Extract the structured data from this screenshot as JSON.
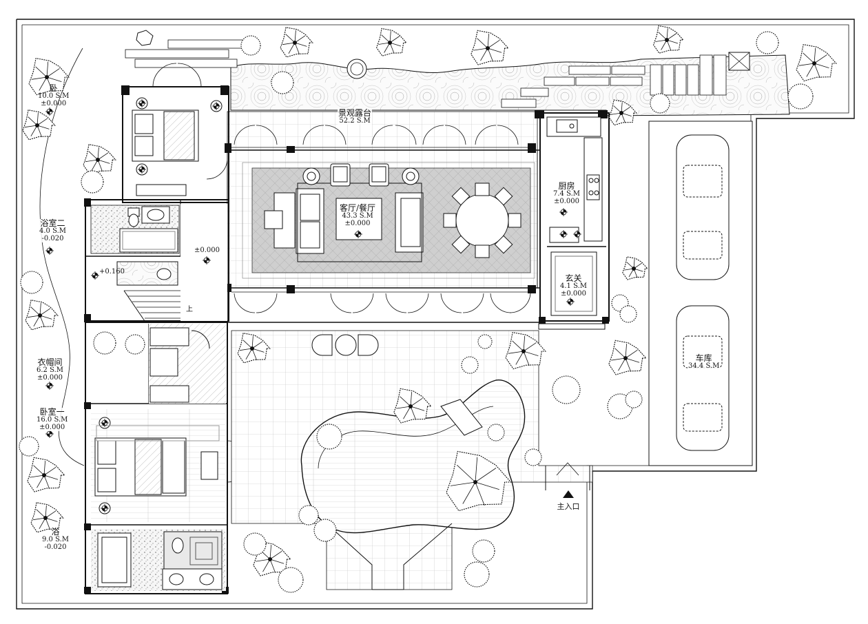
{
  "rooms": {
    "terrace": {
      "name": "景观露台",
      "area": "52.2 S.M"
    },
    "living_dining": {
      "name": "客厅/餐厅",
      "area": "43.3 S.M",
      "elev": "±0.000"
    },
    "kitchen": {
      "name": "厨房",
      "area": "7.4 S.M",
      "elev": "±0.000"
    },
    "foyer": {
      "name": "玄关",
      "area": "4.1 S.M",
      "elev": "±0.000"
    },
    "garage": {
      "name": "车库",
      "area": "34.4 S.M"
    },
    "bath_two": {
      "name": "浴室二",
      "area": "4.0 S.M",
      "elev": "-0.020"
    },
    "cloakroom": {
      "name": "衣帽间",
      "area": "6.2 S.M",
      "elev": "±0.000"
    },
    "bedroom_one": {
      "name": "卧室一",
      "area": "16.0 S.M",
      "elev": "±0.000"
    },
    "bedroom_two_partial": {
      "name": "卧",
      "area": "10.0 S.M",
      "elev": "±0.000"
    },
    "bath_one_partial": {
      "name": "浴",
      "area": "9.0 S.M",
      "elev": "-0.020"
    }
  },
  "levels": {
    "hall": "±0.000",
    "stair": "+0.160"
  },
  "stair_label": "上",
  "entrance_label": "主入口",
  "colors": {
    "line": "#111111",
    "rug": "#c8c8c8",
    "stone": "#e6e6e6",
    "tree_fill": "#ffffff"
  }
}
